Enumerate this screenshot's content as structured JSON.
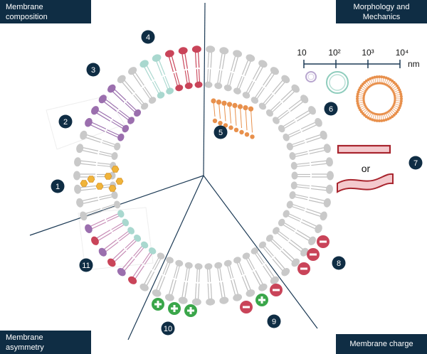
{
  "labels": {
    "top_left": "Membrane\ncomposition",
    "top_right": "Morphology and\nMechanics",
    "bottom_left": "Membrane\nasymmetry",
    "bottom_right": "Membrane charge"
  },
  "markers": [
    "1",
    "2",
    "3",
    "4",
    "5",
    "6",
    "7",
    "8",
    "9",
    "10",
    "11"
  ],
  "scale": {
    "ticks": [
      "10",
      "10²",
      "10³",
      "10⁴"
    ],
    "unit": "nm"
  },
  "shape_connector": "or",
  "colors": {
    "navy": "#0f2d44",
    "lipid_gray": "#c9c9c9",
    "tail_gray": "#bdbdbd",
    "purple": "#9b6fae",
    "mint": "#a9d8cf",
    "crimson": "#c94459",
    "orange": "#e8904c",
    "gold": "#f0b43a",
    "green": "#3aa64a",
    "pink_fill": "#f4c9cd",
    "dark_red": "#a8242d"
  }
}
